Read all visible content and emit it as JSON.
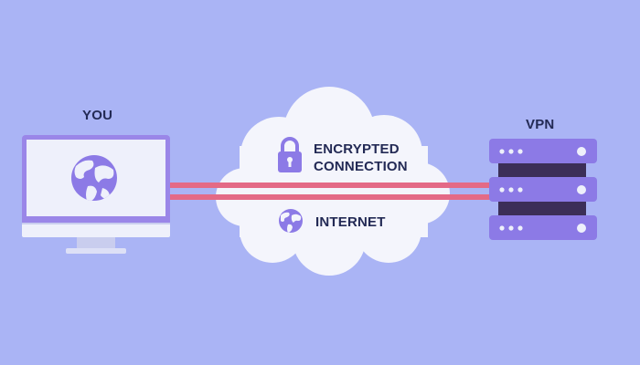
{
  "labels": {
    "you": "YOU",
    "vpn": "VPN",
    "encrypted_line1": "ENCRYPTED",
    "encrypted_line2": "CONNECTION",
    "internet": "INTERNET"
  },
  "icons": {
    "computer": "desktop-monitor-icon",
    "computer_globe": "globe-icon",
    "lock": "padlock-icon",
    "internet_globe": "globe-icon",
    "server": "server-rack-icon"
  },
  "colors": {
    "background": "#aab4f5",
    "accent_purple": "#8c7ae6",
    "light_surface": "#eef0fb",
    "cloud": "#f4f5fc",
    "tunnel_line": "#e46a86",
    "server_gap": "#3c2e58",
    "text": "#232a55"
  }
}
